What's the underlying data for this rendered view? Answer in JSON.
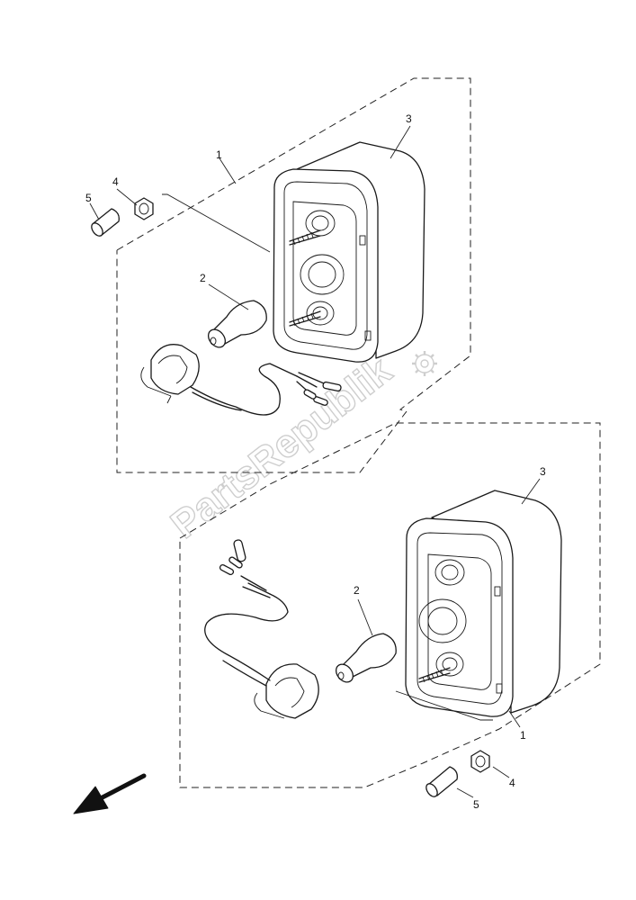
{
  "watermark": "PartsRepublik",
  "callouts": {
    "upper": {
      "assembly": "1",
      "bulb": "2",
      "housing": "3",
      "nut": "4",
      "collar": "5"
    },
    "lower": {
      "assembly": "1",
      "bulb": "2",
      "housing": "3",
      "nut": "4",
      "collar": "5"
    }
  }
}
